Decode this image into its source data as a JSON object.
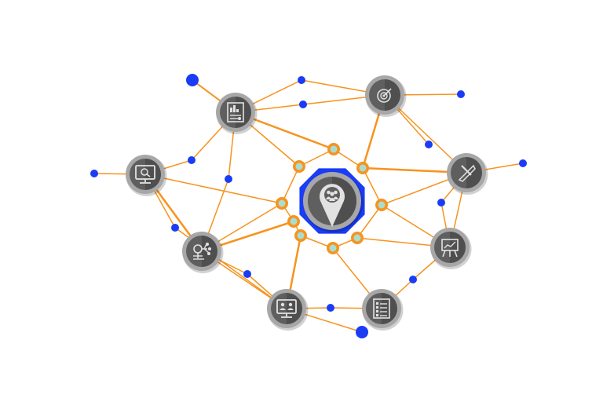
{
  "colors": {
    "background": "#ffffff",
    "link": "#f7931e",
    "dot": "#1a3cf5",
    "hub_ring": "#1a3cf5",
    "node_rim": "#a7a7a7",
    "node_face": "#5f5f5f",
    "node_face_dark": "#3b3b3b",
    "glyph": "#e2e2e2",
    "ring_outer": "#f7931e",
    "ring_inner": "#a9ddd2"
  },
  "network": {
    "hub": {
      "id": "hub",
      "icon": "location-pin-group-icon"
    },
    "icon_nodes": [
      {
        "id": "report",
        "icon": "report-document-icon"
      },
      {
        "id": "target",
        "icon": "target-icon"
      },
      {
        "id": "monitor-search",
        "icon": "monitor-search-icon"
      },
      {
        "id": "ruler-pencil",
        "icon": "ruler-pencil-icon"
      },
      {
        "id": "idea-bulb",
        "icon": "lightbulb-branches-icon"
      },
      {
        "id": "presentation",
        "icon": "presentation-board-icon"
      },
      {
        "id": "monitor-team",
        "icon": "monitor-team-icon"
      },
      {
        "id": "checklist",
        "icon": "checklist-icon"
      }
    ],
    "link_count": 38,
    "dot_count": 14,
    "ring_count": 9
  }
}
